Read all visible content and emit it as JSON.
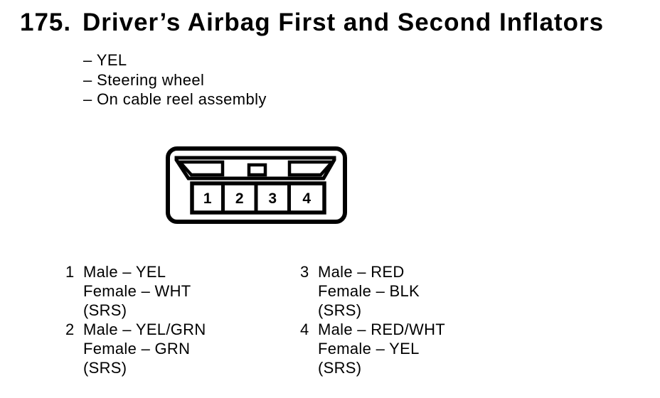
{
  "document": {
    "item_number": "175.",
    "title": "Driver’s Airbag First and Second Inflators",
    "attributes": [
      "– YEL",
      "– Steering wheel",
      "– On cable reel assembly"
    ]
  },
  "connector": {
    "description": "4-cavity connector face view",
    "pins": [
      "1",
      "2",
      "3",
      "4"
    ]
  },
  "pin_list": {
    "left": [
      {
        "pin": "1",
        "lines": [
          "Male – YEL",
          "Female – WHT",
          "(SRS)"
        ]
      },
      {
        "pin": "2",
        "lines": [
          "Male – YEL/GRN",
          "Female – GRN",
          "(SRS)"
        ]
      }
    ],
    "right": [
      {
        "pin": "3",
        "lines": [
          "Male – RED",
          "Female – BLK",
          "(SRS)"
        ]
      },
      {
        "pin": "4",
        "lines": [
          "Male – RED/WHT",
          "Female – YEL",
          "(SRS)"
        ]
      }
    ]
  },
  "colors": {
    "ink": "#000000",
    "paper": "#ffffff"
  }
}
